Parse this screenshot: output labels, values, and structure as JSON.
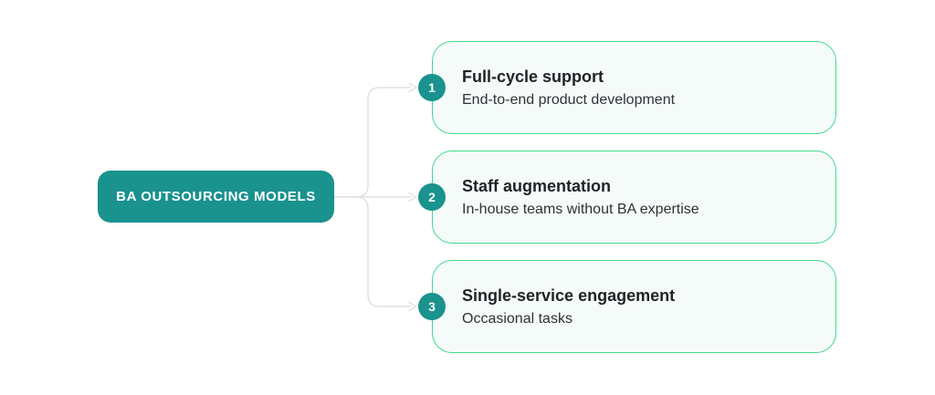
{
  "diagram": {
    "root": {
      "label": "BA OUTSOURCING MODELS"
    },
    "nodes": [
      {
        "number": "1",
        "title": "Full-cycle support",
        "subtitle": "End-to-end product development"
      },
      {
        "number": "2",
        "title": "Staff augmentation",
        "subtitle": "In-house teams without BA expertise"
      },
      {
        "number": "3",
        "title": "Single-service engagement",
        "subtitle": "Occasional tasks"
      }
    ],
    "colors": {
      "root_background": "#1A928E",
      "badge_background": "#1A928E",
      "card_border": "#41D88D",
      "card_background": "#F5FBF8",
      "connector_line": "#E1E1E4",
      "title_text": "#1F2327",
      "subtitle_text": "#2E3338",
      "root_label_text": "#FFFFFF",
      "page_background": "#FFFFFF"
    }
  }
}
